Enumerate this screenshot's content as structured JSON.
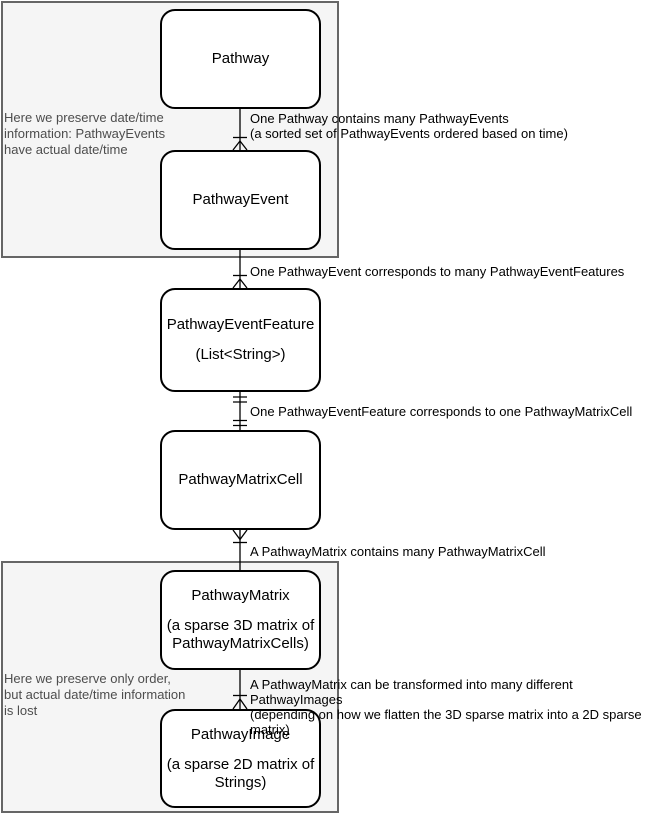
{
  "diagram": {
    "groups": [
      {
        "note": "Here we preserve date/time\ninformation: PathwayEvents\nhave actual date/time"
      },
      {
        "note": "Here we preserve only order,\nbut actual date/time information\nis lost"
      }
    ],
    "entities": [
      {
        "title": "Pathway"
      },
      {
        "title": "PathwayEvent"
      },
      {
        "title": "PathwayEventFeature",
        "subtitle": "(List<String>)"
      },
      {
        "title": "PathwayMatrixCell"
      },
      {
        "title": "PathwayMatrix",
        "subtitle": "(a sparse 3D matrix of\nPathwayMatrixCells)"
      },
      {
        "title": "PathwayImage",
        "subtitle": "(a sparse 2D matrix of\nStrings)"
      }
    ],
    "relationship_labels": [
      {
        "text": "One Pathway contains many PathwayEvents\n(a sorted set of PathwayEvents ordered based on time)"
      },
      {
        "text": "One PathwayEvent corresponds to many PathwayEventFeatures"
      },
      {
        "text": "One PathwayEventFeature corresponds to one PathwayMatrixCell"
      },
      {
        "text": "A PathwayMatrix contains many PathwayMatrixCell"
      },
      {
        "text": "A PathwayMatrix can be transformed into many different PathwayImages\n(depending on how we flatten the 3D sparse matrix into a 2D sparse matrix)"
      }
    ],
    "colors": {
      "background": "#ffffff",
      "entity_fill": "#ffffff",
      "entity_border": "#000000",
      "group_fill": "#f5f5f5",
      "group_border": "#666666",
      "note_text": "#4d4d4d",
      "label_text": "#000000",
      "connector": "#000000"
    }
  }
}
